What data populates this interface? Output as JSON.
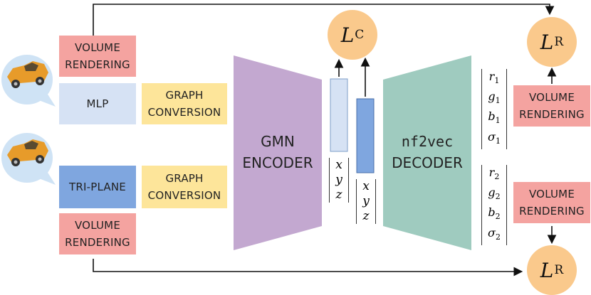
{
  "inputs": {
    "volume_rendering_top": "VOLUME RENDERING",
    "mlp": "MLP",
    "tri_plane": "TRI-PLANE",
    "volume_rendering_bottom": "VOLUME RENDERING"
  },
  "graph_conversion_top": "GRAPH CONVERSION",
  "graph_conversion_bottom": "GRAPH CONVERSION",
  "encoder": {
    "line1": "GMN",
    "line2": "ENCODER"
  },
  "decoder": {
    "line1": "nf2vec",
    "line2": "DECODER"
  },
  "losses": {
    "contrastive": {
      "symbol": "L",
      "subscript": "C"
    },
    "recon_top": {
      "symbol": "L",
      "subscript": "R"
    },
    "recon_bottom": {
      "symbol": "L",
      "subscript": "R"
    }
  },
  "coords": [
    "x",
    "y",
    "z"
  ],
  "outputs_top": {
    "r": "r",
    "g": "g",
    "b": "b",
    "sigma": "σ",
    "index": "1"
  },
  "outputs_bottom": {
    "r": "r",
    "g": "g",
    "b": "b",
    "sigma": "σ",
    "index": "2"
  },
  "volume_rendering_right_top": "VOLUME RENDERING",
  "volume_rendering_right_bottom": "VOLUME RENDERING",
  "colors": {
    "encoder": "#c3a8d0",
    "decoder": "#9fcbbf",
    "latent_light": "#d6e2f4",
    "latent_dark": "#7fa6df",
    "loss": "#fac98c",
    "render": "#f4a3a0",
    "graph": "#fde59a"
  },
  "icons": [
    "car-speech-bubble-icon",
    "car-speech-bubble-icon"
  ]
}
